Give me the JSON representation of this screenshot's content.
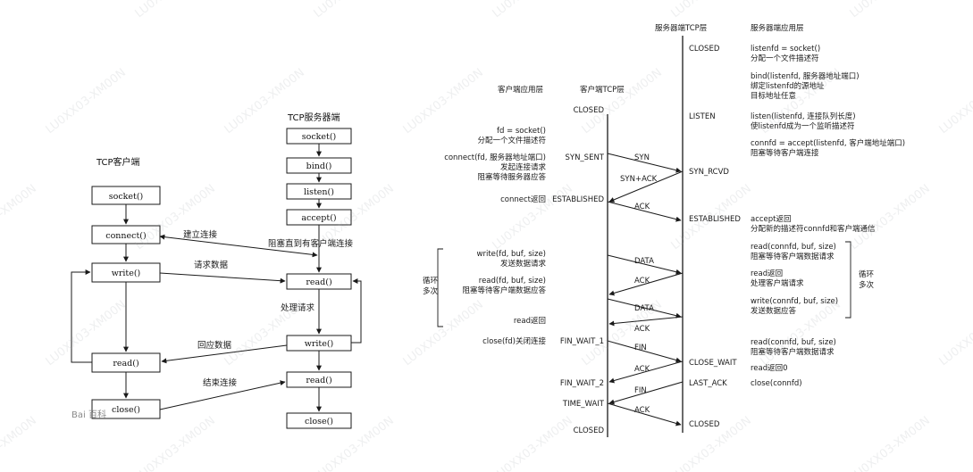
{
  "left_diagram": {
    "client_title": "TCP客户端",
    "server_title": "TCP服务器端",
    "client_boxes": [
      "socket()",
      "connect()",
      "write()",
      "read()",
      "close()"
    ],
    "server_boxes": [
      "socket()",
      "bind()",
      "listen()",
      "accept()",
      "read()",
      "write()",
      "read()",
      "close()"
    ],
    "labels": {
      "connect": "建立连接",
      "request": "请求数据",
      "block": "阻塞直到有客户端连接",
      "process": "处理请求",
      "response": "回应数据",
      "end": "结束连接"
    },
    "corner_logo": "Bai 百科"
  },
  "right_diagram": {
    "headers": {
      "client_app": "客户端应用层",
      "client_tcp": "客户端TCP层",
      "server_tcp": "服务器端TCP层",
      "server_app": "服务器端应用层"
    },
    "client_states": [
      "CLOSED",
      "SYN_SENT",
      "ESTABLISHED",
      "FIN_WAIT_1",
      "FIN_WAIT_2",
      "TIME_WAIT",
      "CLOSED"
    ],
    "server_states": [
      "CLOSED",
      "LISTEN",
      "SYN_RCVD",
      "ESTABLISHED",
      "CLOSE_WAIT",
      "LAST_ACK",
      "CLOSED"
    ],
    "messages": [
      "SYN",
      "SYN+ACK",
      "ACK",
      "DATA",
      "ACK",
      "DATA",
      "ACK",
      "FIN",
      "ACK",
      "FIN",
      "ACK"
    ],
    "client_app_notes": [
      "fd = socket()",
      "分配一个文件描述符",
      "connect(fd, 服务器地址端口)",
      "发起连接请求",
      "阻塞等待服务器应答",
      "connect返回",
      "write(fd, buf, size)",
      "发送数据请求",
      "read(fd, buf, size)",
      "阻塞等待客户端数据应答",
      "read返回",
      "close(fd)关闭连接"
    ],
    "client_loop": [
      "循环",
      "多次"
    ],
    "server_app_notes": [
      "listenfd = socket()",
      "分配一个文件描述符",
      "bind(listenfd, 服务器地址端口)",
      "绑定listenfd的源地址",
      "目标地址任意",
      "listen(listenfd, 连接队列长度)",
      "使listenfd成为一个监听描述符",
      "connfd = accept(listenfd, 客户端地址端口)",
      "阻塞等待客户端连接",
      "accept返回",
      "分配新的描述符connfd和客户端通信",
      "read(connfd, buf, size)",
      "阻塞等待客户端数据请求",
      "read返回",
      "处理客户端请求",
      "write(connfd, buf, size)",
      "发送数据应答",
      "read(connfd, buf, size)",
      "阻塞等待客户端数据请求",
      "read返回0",
      "close(connfd)"
    ],
    "server_loop": [
      "循环",
      "多次"
    ]
  },
  "watermark": "LU0XX03-XM00N"
}
